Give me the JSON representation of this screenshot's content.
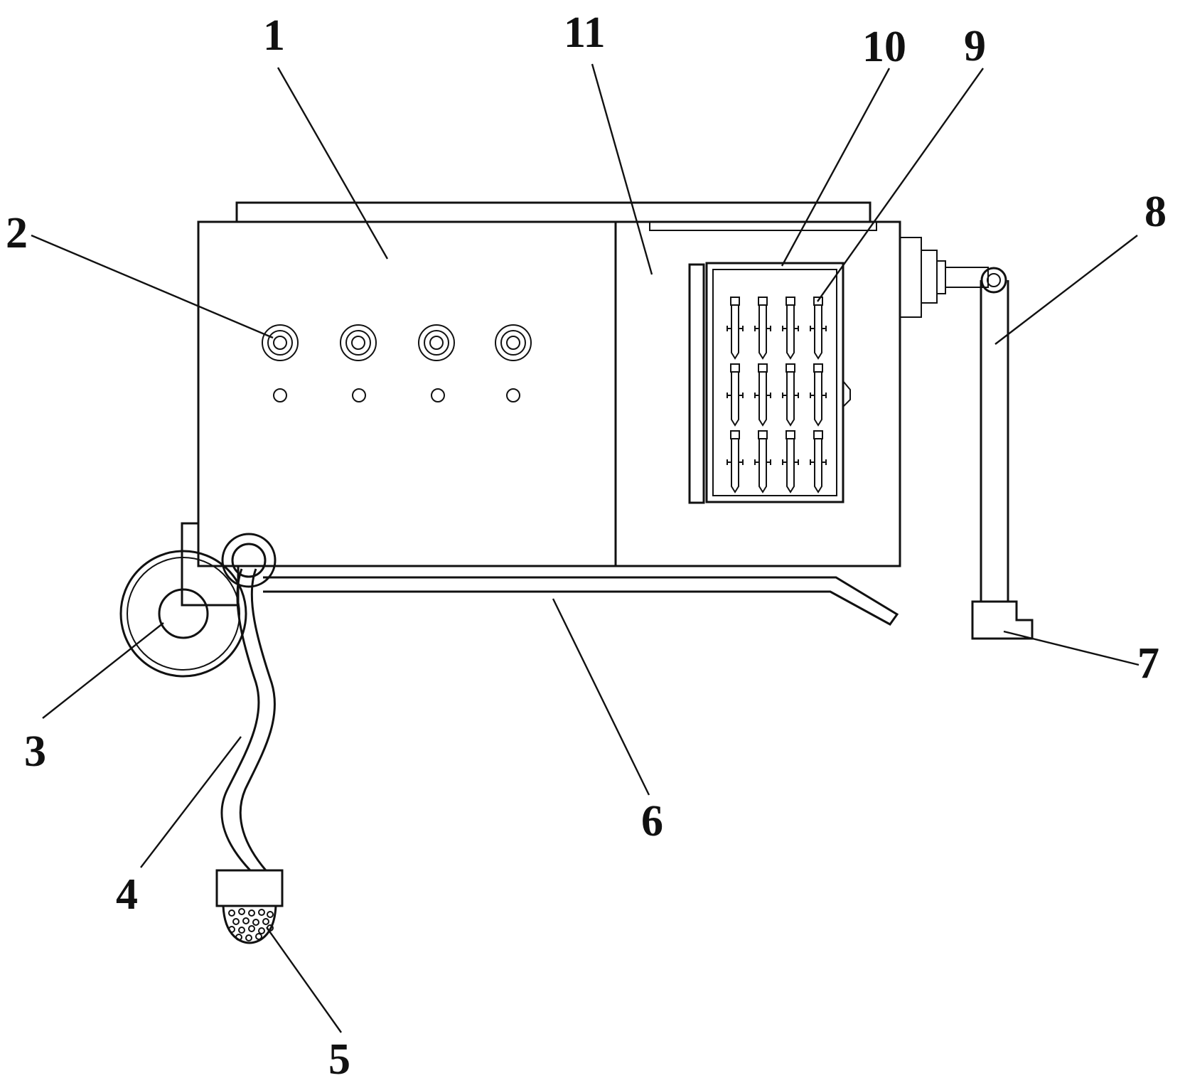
{
  "figure": {
    "labels": [
      {
        "id": "1",
        "text": "1",
        "part": "main-housing"
      },
      {
        "id": "2",
        "text": "2",
        "part": "control-knob"
      },
      {
        "id": "3",
        "text": "3",
        "part": "wheel"
      },
      {
        "id": "4",
        "text": "4",
        "part": "hose"
      },
      {
        "id": "5",
        "text": "5",
        "part": "nozzle-head"
      },
      {
        "id": "6",
        "text": "6",
        "part": "base-rail"
      },
      {
        "id": "7",
        "text": "7",
        "part": "foot"
      },
      {
        "id": "8",
        "text": "8",
        "part": "handle-arm"
      },
      {
        "id": "9",
        "text": "9",
        "part": "tube-holder"
      },
      {
        "id": "10",
        "text": "10",
        "part": "tube-rack-frame"
      },
      {
        "id": "11",
        "text": "11",
        "part": "side-compartment"
      }
    ]
  }
}
